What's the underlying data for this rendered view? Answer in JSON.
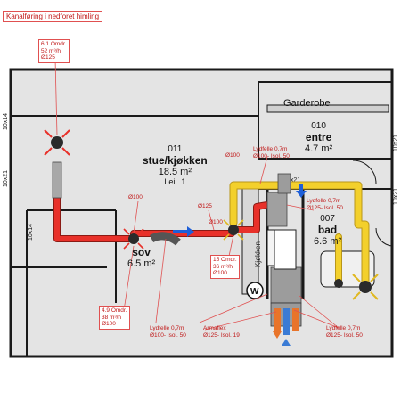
{
  "title": "Kanalføring i nedforet himling",
  "rooms": [
    {
      "num": "011",
      "name": "stue/kjøkken",
      "area": "18.5 m²",
      "ext": "Leil. 1"
    },
    {
      "num": "010",
      "name": "entre",
      "area": "4.7 m²"
    },
    {
      "num": "007",
      "name": "bad",
      "area": "6.6 m²"
    },
    {
      "name": "Garderobe"
    },
    {
      "name": "sov",
      "area": "6.5 m²"
    }
  ],
  "callouts": {
    "valve_61": [
      "6.1 Omdr.",
      "52 m³/h",
      "Ø125"
    ],
    "valve_49": [
      "4.9 Omdr.",
      "38 m³/h",
      "Ø100"
    ],
    "valve_15": [
      "15 Omdr.",
      "36 m³/h",
      "Ø100"
    ]
  },
  "labels": {
    "silencer_top": [
      "Lydfelle 0,7m",
      "Ø100- Isol. 50"
    ],
    "silencer_bad": [
      "Lydfelle 0,7m",
      "Ø125- Isol. 50"
    ],
    "silencer_bottom_left": [
      "Lydfelle 0,7m",
      "Ø100- Isol. 50"
    ],
    "silencer_bottom_right": [
      "Lydfelle 0,7m",
      "Ø125- Isol. 50"
    ],
    "armaflex": [
      "Armaflex",
      "Ø125- Isol. 19"
    ],
    "d100_top": "Ø100",
    "d100_mid": "Ø100",
    "d125_mid": "Ø125",
    "d100_right": "Ø100",
    "shaft": "Kjøkken",
    "dim_top": "10x14",
    "dim_mid": "10x21",
    "dim_left": "10x21",
    "dim_right": "10x21",
    "dim_left2": "10x14",
    "sizes_9x21": "9x21",
    "wc": "W"
  },
  "colors": {
    "supply_duct": "#e8312a",
    "exhaust_duct": "#f3d02c",
    "callout_border": "#e05050",
    "arrow_blue": "#1e5fd8"
  }
}
